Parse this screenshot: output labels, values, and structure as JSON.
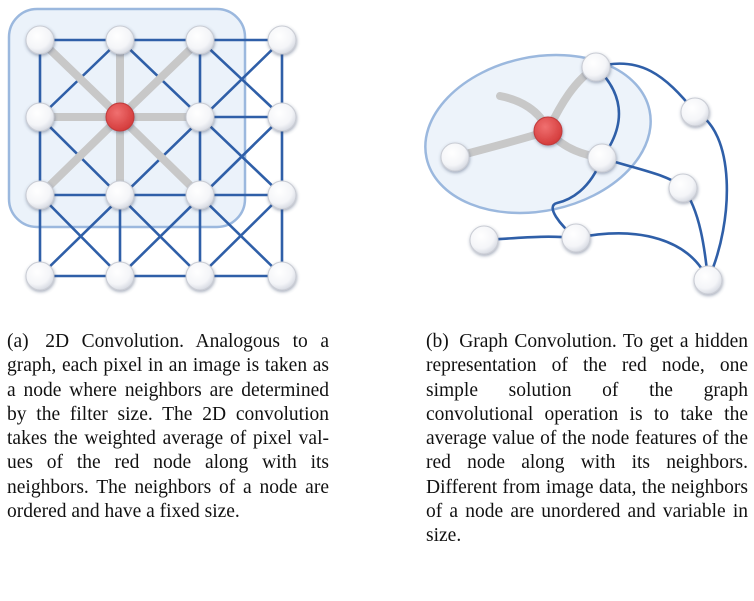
{
  "panels": [
    {
      "id": "a",
      "label": "(a)",
      "title": "2D Convolution.",
      "caption": "Analogous to a graph, each pixel in an image is taken as a node where neigh­bors are determined by the filter size. The 2D convolution takes the weighted average of pixel val­ues of the red node along with its neighbors. The neighbors of a node are ordered and have a fixed size."
    },
    {
      "id": "b",
      "label": "(b)",
      "title": "Graph Convolution.",
      "caption": "To get a hidden representation of the red node, one simple solution of the graph convolutional operation is to take the average value of the node features of the red node along with its neighbors. Differ­ent from image data, the neigh­bors of a node are unordered and variable in size."
    }
  ],
  "colors": {
    "edge_blue": "#2f5fa8",
    "neighbor_gray": "#c8c8c8",
    "highlight_red": "#e04848",
    "region_fill": "#dbe8f6",
    "region_stroke": "#9bb8de",
    "node_white": "#ffffff"
  }
}
